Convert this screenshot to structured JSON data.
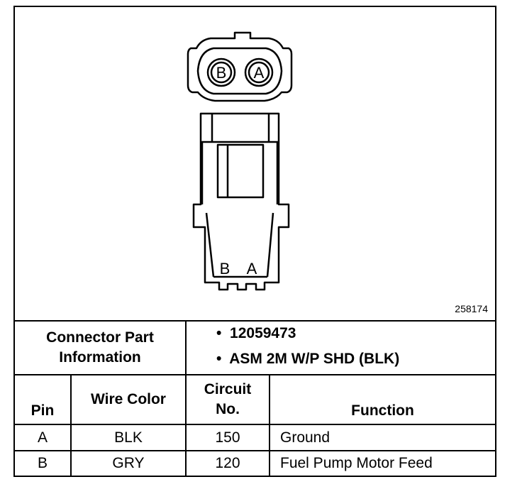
{
  "figure_number": "258174",
  "connector_pins": {
    "face": [
      "B",
      "A"
    ],
    "side": [
      "B",
      "A"
    ]
  },
  "part_info": {
    "label_line1": "Connector Part",
    "label_line2": "Information",
    "bullet": "•",
    "items": [
      "12059473",
      "ASM 2M W/P SHD (BLK)"
    ]
  },
  "table": {
    "headers": {
      "pin": "Pin",
      "wire_color": "Wire Color",
      "circuit_line1": "Circuit",
      "circuit_line2": "No.",
      "function": "Function"
    },
    "rows": [
      {
        "pin": "A",
        "wire_color": "BLK",
        "circuit": "150",
        "function": "Ground"
      },
      {
        "pin": "B",
        "wire_color": "GRY",
        "circuit": "120",
        "function": "Fuel Pump Motor Feed"
      }
    ]
  }
}
